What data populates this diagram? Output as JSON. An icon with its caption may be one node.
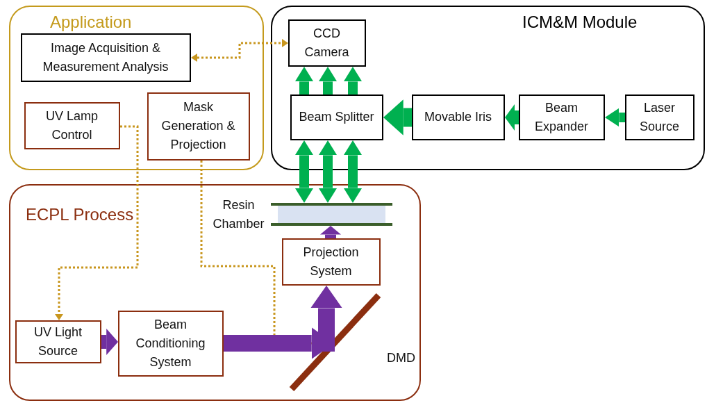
{
  "diagram": {
    "nodes": [
      {
        "text": [
          "Application"
        ]
      },
      {
        "text": [
          "Image Acquisition & Measurement Analysis"
        ],
        "in": 0
      },
      {
        "text": [
          "UV Lamp Control"
        ],
        "in": 0
      },
      {
        "text": [
          "Mask Generation & Projection"
        ],
        "in": 0
      },
      {
        "text": [
          "ICM&M Module"
        ]
      },
      {
        "text": [
          "CCD Camera"
        ],
        "in": 4
      },
      {
        "text": [
          "Beam Splitter"
        ],
        "in": 4
      },
      {
        "text": [
          "Movable Iris"
        ],
        "in": 4
      },
      {
        "text": [
          "Beam Expander"
        ],
        "in": 4
      },
      {
        "text": [
          "Laser Source"
        ],
        "in": 4
      },
      {
        "text": [
          "ECPL Process"
        ]
      },
      {
        "text": [],
        "shape": "box",
        "beside": [
          "Resin Chamber"
        ],
        "in": 10
      },
      {
        "text": [
          "Projection System"
        ],
        "in": 10
      },
      {
        "text": [
          "UV Light Source"
        ],
        "in": 10
      },
      {
        "text": [
          "Beam Conditioning System"
        ],
        "in": 10
      },
      {
        "text": [],
        "shape": "bar",
        "beside": [
          "DMD"
        ],
        "in": 10
      }
    ],
    "edges": [
      {
        "from": 1,
        "to": 5,
        "arrow": "both",
        "style": "dashed",
        "color": "#c8961e"
      },
      {
        "from": 2,
        "to": 13,
        "arrow": "to",
        "style": "dashed",
        "color": "#c8961e"
      },
      {
        "from": 3,
        "to": 15,
        "arrow": "to",
        "style": "dashed",
        "color": "#c8961e"
      },
      {
        "from": 9,
        "to": 8,
        "arrow": "to"
      },
      {
        "from": 8,
        "to": 7,
        "arrow": "to"
      },
      {
        "from": 7,
        "to": 6,
        "arrow": "to",
        "style": "thick"
      },
      {
        "from": 6,
        "to": 5,
        "arrow": "to"
      },
      {
        "from": 6,
        "to": 5,
        "arrow": "to"
      },
      {
        "from": 6,
        "to": 5,
        "arrow": "to"
      },
      {
        "from": 6,
        "to": 11,
        "arrow": "both"
      },
      {
        "from": 6,
        "to": 11,
        "arrow": "both"
      },
      {
        "from": 6,
        "to": 11,
        "arrow": "both"
      },
      {
        "from": 13,
        "to": 14,
        "arrow": "to",
        "color": "#7030a0"
      },
      {
        "from": 14,
        "to": 15,
        "arrow": "to",
        "color": "#7030a0"
      },
      {
        "from": 15,
        "to": 12,
        "arrow": "to",
        "color": "#7030a0"
      },
      {
        "from": 12,
        "to": 11,
        "arrow": "to",
        "color": "#7030a0"
      }
    ]
  }
}
